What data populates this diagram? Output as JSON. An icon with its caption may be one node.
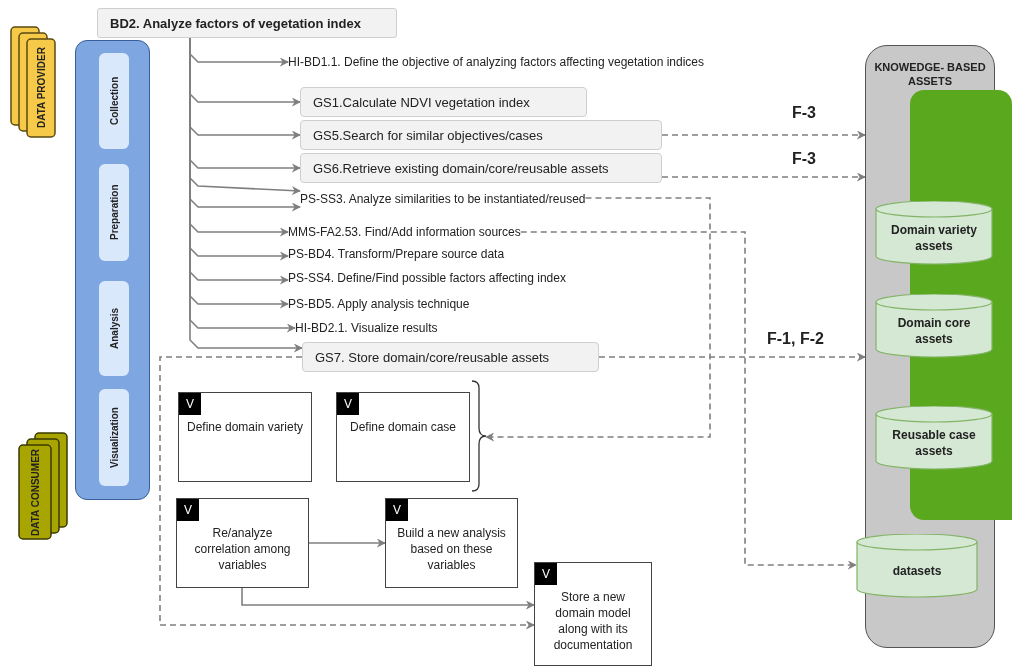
{
  "diagram": {
    "nodes": [
      {
        "text": [
          "BD2. Analyze factors of vegetation index"
        ]
      },
      {
        "text": [
          "HI-BD1.1. Define the objective of analyzing factors affecting vegetation indices"
        ]
      },
      {
        "text": [
          "GS1.Calculate NDVI vegetation index"
        ]
      },
      {
        "text": [
          "GS5.Search for similar objectives/cases"
        ]
      },
      {
        "text": [
          "GS6.Retrieve existing domain/core/reusable assets"
        ]
      },
      {
        "text": [
          "PS-SS3. Analyze similarities to be instantiated/reused"
        ]
      },
      {
        "text": [
          "MMS-FA2.53. Find/Add  information sources"
        ]
      },
      {
        "text": [
          "PS-BD4. Transform/Prepare source data"
        ]
      },
      {
        "text": [
          "PS-SS4. Define/Find possible factors affecting index"
        ]
      },
      {
        "text": [
          "PS-BD5. Apply analysis technique"
        ]
      },
      {
        "text": [
          "HI-BD2.1. Visualize results"
        ]
      },
      {
        "text": [
          "GS7. Store domain/core/reusable assets"
        ]
      },
      {
        "text": [
          "KNOWEDGE- BASED ASSETS"
        ]
      },
      {
        "text": [],
        "shape": "box"
      },
      {
        "text": [
          "Domain variety assets"
        ],
        "in": 12
      },
      {
        "text": [
          "Domain core assets"
        ],
        "in": 12
      },
      {
        "text": [
          "Reusable case assets"
        ],
        "in": 12
      },
      {
        "text": [
          "datasets"
        ],
        "in": 12
      },
      {
        "text": [
          "V",
          "Define domain variety"
        ]
      },
      {
        "text": [
          "V",
          "Define  domain case"
        ]
      },
      {
        "text": [
          "V",
          "Re/analyze correlation among variables"
        ]
      },
      {
        "text": [
          "V",
          "Build a new analysis based on these variables"
        ]
      },
      {
        "text": [
          "V",
          "Store a new domain model along with its documentation"
        ]
      },
      {
        "text": [
          "DATA PROVIDER"
        ]
      },
      {
        "text": [
          "DATA  CONSUMER"
        ]
      },
      {
        "text": [],
        "shape": "bar"
      },
      {
        "text": [
          "Collection"
        ],
        "in": 25
      },
      {
        "text": [
          "Preparation"
        ],
        "in": 25
      },
      {
        "text": [
          "Analysis"
        ],
        "in": 25
      },
      {
        "text": [
          "Visualization"
        ],
        "in": 25
      },
      {
        "text": [],
        "shape": "bracket"
      }
    ],
    "edges": [
      {
        "from": 0,
        "to": 1,
        "arrow": "to"
      },
      {
        "from": 0,
        "to": 2,
        "arrow": "to"
      },
      {
        "from": 0,
        "to": 3,
        "arrow": "to"
      },
      {
        "from": 0,
        "to": 4,
        "arrow": "to"
      },
      {
        "from": 0,
        "to": 5,
        "arrow": "to"
      },
      {
        "from": 0,
        "to": 5,
        "arrow": "to"
      },
      {
        "from": 0,
        "to": 6,
        "arrow": "to"
      },
      {
        "from": 0,
        "to": 7,
        "arrow": "to"
      },
      {
        "from": 0,
        "to": 8,
        "arrow": "to"
      },
      {
        "from": 0,
        "to": 9,
        "arrow": "to"
      },
      {
        "from": 0,
        "to": 10,
        "arrow": "to"
      },
      {
        "from": 0,
        "to": 11,
        "arrow": "to"
      },
      {
        "from": 3,
        "to": 12,
        "arrow": "to",
        "label": "F-3",
        "style": "dashed"
      },
      {
        "from": 4,
        "to": 12,
        "arrow": "to",
        "label": "F-3",
        "style": "dashed"
      },
      {
        "from": 11,
        "to": 12,
        "arrow": "to",
        "label": "F-1, F-2",
        "style": "dashed"
      },
      {
        "from": 5,
        "to": 30,
        "arrow": "to",
        "style": "dashed"
      },
      {
        "from": 6,
        "to": 17,
        "arrow": "to",
        "style": "dashed"
      },
      {
        "from": 11,
        "to": 22,
        "arrow": "to",
        "style": "dashed"
      },
      {
        "from": 20,
        "to": 21,
        "arrow": "to"
      },
      {
        "from": 20,
        "to": 22,
        "arrow": "to"
      }
    ]
  }
}
